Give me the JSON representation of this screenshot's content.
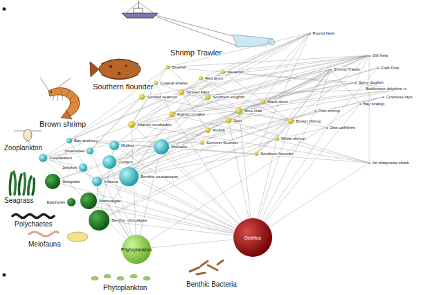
{
  "diagram": {
    "nodes": [
      {
        "text": [
          "Pound Nets"
        ]
      },
      {
        "text": [
          "Gill Nets"
        ]
      },
      {
        "text": [
          "Shrimp Trawls"
        ]
      },
      {
        "text": [
          "Crab Pots"
        ]
      },
      {
        "text": [
          "Spiny dogfish"
        ]
      },
      {
        "text": [
          "Bottlenose dolphins"
        ]
      },
      {
        "text": [
          "Cownose rays"
        ]
      },
      {
        "text": [
          "Bay scallop"
        ]
      },
      {
        "text": [
          "Pink shrimp"
        ]
      },
      {
        "text": [
          "Sea catfishes"
        ]
      },
      {
        "text": [
          "Atl sharpnose shark"
        ]
      },
      {
        "text": [
          "Bluefish"
        ]
      },
      {
        "text": [
          "Coastal sharks"
        ]
      },
      {
        "text": [
          "Red drum"
        ]
      },
      {
        "text": [
          "Weakfish"
        ]
      },
      {
        "text": [
          "Striped bass"
        ]
      },
      {
        "text": [
          "Spotted seatrout"
        ]
      },
      {
        "text": [
          "Southern kingfish"
        ]
      },
      {
        "text": [
          "Black drum"
        ]
      },
      {
        "text": [
          "Blue crab"
        ]
      },
      {
        "text": [
          "Spot"
        ]
      },
      {
        "text": [
          "Atlantic croaker"
        ]
      },
      {
        "text": [
          "Atlantic menhaden"
        ]
      },
      {
        "text": [
          "Pinfish"
        ]
      },
      {
        "text": [
          "Brown shrimp"
        ]
      },
      {
        "text": [
          "White shrimp"
        ]
      },
      {
        "text": [
          "Southern flounder"
        ]
      },
      {
        "text": [
          "Summer flounder"
        ]
      },
      {
        "text": [
          "Zooplankton"
        ]
      },
      {
        "text": [
          "Bay anchovy"
        ]
      },
      {
        "text": [
          "Silversides"
        ]
      },
      {
        "text": [
          "Jellyfish"
        ]
      },
      {
        "text": [
          "Mullets"
        ]
      },
      {
        "text": [
          "Oysters"
        ]
      },
      {
        "text": [
          "Benthic crustaceans"
        ]
      },
      {
        "text": [
          "Mollusks"
        ]
      },
      {
        "text": [
          "Infauna"
        ]
      },
      {
        "text": [
          "Seagrass"
        ]
      },
      {
        "text": [
          "Epiphytes"
        ]
      },
      {
        "text": [
          "Macroalgae"
        ]
      },
      {
        "text": [
          "Benthic microalgae"
        ]
      },
      {
        "text": [
          "Phytoplankton"
        ]
      },
      {
        "text": [
          "Detritus"
        ]
      }
    ],
    "edges": [
      {
        "from": 0,
        "to": 11,
        "arrow": "none"
      },
      {
        "from": 0,
        "to": 13,
        "arrow": "none"
      },
      {
        "from": 0,
        "to": 14,
        "arrow": "none"
      },
      {
        "from": 0,
        "to": 15,
        "arrow": "none"
      },
      {
        "from": 0,
        "to": 18,
        "arrow": "none"
      },
      {
        "from": 0,
        "to": 20,
        "arrow": "none"
      },
      {
        "from": 0,
        "to": 21,
        "arrow": "none"
      },
      {
        "from": 0,
        "to": 22,
        "arrow": "none"
      },
      {
        "from": 0,
        "to": 26,
        "arrow": "none"
      },
      {
        "from": 1,
        "to": 11,
        "arrow": "none"
      },
      {
        "from": 1,
        "to": 13,
        "arrow": "none"
      },
      {
        "from": 1,
        "to": 14,
        "arrow": "none"
      },
      {
        "from": 1,
        "to": 15,
        "arrow": "none"
      },
      {
        "from": 1,
        "to": 16,
        "arrow": "none"
      },
      {
        "from": 1,
        "to": 17,
        "arrow": "none"
      },
      {
        "from": 1,
        "to": 18,
        "arrow": "none"
      },
      {
        "from": 1,
        "to": 19,
        "arrow": "none"
      },
      {
        "from": 1,
        "to": 21,
        "arrow": "none"
      },
      {
        "from": 1,
        "to": 22,
        "arrow": "none"
      },
      {
        "from": 1,
        "to": 23,
        "arrow": "none"
      },
      {
        "from": 1,
        "to": 26,
        "arrow": "none"
      },
      {
        "from": 1,
        "to": 10,
        "arrow": "none"
      },
      {
        "from": 1,
        "to": 4,
        "arrow": "none"
      },
      {
        "from": 2,
        "to": 8,
        "arrow": "none"
      },
      {
        "from": 2,
        "to": 24,
        "arrow": "none"
      },
      {
        "from": 2,
        "to": 25,
        "arrow": "none"
      },
      {
        "from": 2,
        "to": 20,
        "arrow": "none"
      },
      {
        "from": 2,
        "to": 21,
        "arrow": "none"
      },
      {
        "from": 2,
        "to": 23,
        "arrow": "none"
      },
      {
        "from": 2,
        "to": 26,
        "arrow": "none"
      },
      {
        "from": 2,
        "to": 27,
        "arrow": "none"
      },
      {
        "from": 2,
        "to": 17,
        "arrow": "none"
      },
      {
        "from": 2,
        "to": 7,
        "arrow": "none"
      },
      {
        "from": 3,
        "to": 19,
        "arrow": "none"
      },
      {
        "from": 3,
        "to": 9,
        "arrow": "none"
      },
      {
        "from": 3,
        "to": 18,
        "arrow": "none"
      },
      {
        "from": 4,
        "to": 14,
        "arrow": "none"
      },
      {
        "from": 4,
        "to": 20,
        "arrow": "none"
      },
      {
        "from": 4,
        "to": 21,
        "arrow": "none"
      },
      {
        "from": 4,
        "to": 22,
        "arrow": "none"
      },
      {
        "from": 5,
        "to": 11,
        "arrow": "none"
      },
      {
        "from": 5,
        "to": 20,
        "arrow": "none"
      },
      {
        "from": 5,
        "to": 21,
        "arrow": "none"
      },
      {
        "from": 5,
        "to": 22,
        "arrow": "none"
      },
      {
        "from": 5,
        "to": 16,
        "arrow": "none"
      },
      {
        "from": 6,
        "to": 7,
        "arrow": "none"
      },
      {
        "from": 6,
        "to": 33,
        "arrow": "none"
      },
      {
        "from": 6,
        "to": 35,
        "arrow": "none"
      },
      {
        "from": 7,
        "to": 41,
        "arrow": "none"
      },
      {
        "from": 7,
        "to": 42,
        "arrow": "none"
      },
      {
        "from": 8,
        "to": 42,
        "arrow": "none"
      },
      {
        "from": 8,
        "to": 34,
        "arrow": "none"
      },
      {
        "from": 9,
        "to": 34,
        "arrow": "none"
      },
      {
        "from": 9,
        "to": 19,
        "arrow": "none"
      },
      {
        "from": 9,
        "to": 42,
        "arrow": "none"
      },
      {
        "from": 10,
        "to": 20,
        "arrow": "none"
      },
      {
        "from": 10,
        "to": 21,
        "arrow": "none"
      },
      {
        "from": 10,
        "to": 22,
        "arrow": "none"
      },
      {
        "from": 10,
        "to": 29,
        "arrow": "none"
      },
      {
        "from": 10,
        "to": 42,
        "arrow": "none"
      },
      {
        "from": 11,
        "to": 22,
        "arrow": "none"
      },
      {
        "from": 11,
        "to": 29,
        "arrow": "none"
      },
      {
        "from": 11,
        "to": 30,
        "arrow": "none"
      },
      {
        "from": 11,
        "to": 20,
        "arrow": "none"
      },
      {
        "from": 12,
        "to": 22,
        "arrow": "none"
      },
      {
        "from": 12,
        "to": 21,
        "arrow": "none"
      },
      {
        "from": 12,
        "to": 19,
        "arrow": "none"
      },
      {
        "from": 13,
        "to": 19,
        "arrow": "none"
      },
      {
        "from": 13,
        "to": 24,
        "arrow": "none"
      },
      {
        "from": 13,
        "to": 34,
        "arrow": "none"
      },
      {
        "from": 13,
        "to": 32,
        "arrow": "none"
      },
      {
        "from": 14,
        "to": 29,
        "arrow": "none"
      },
      {
        "from": 14,
        "to": 24,
        "arrow": "none"
      },
      {
        "from": 14,
        "to": 21,
        "arrow": "none"
      },
      {
        "from": 15,
        "to": 22,
        "arrow": "none"
      },
      {
        "from": 15,
        "to": 29,
        "arrow": "none"
      },
      {
        "from": 15,
        "to": 23,
        "arrow": "none"
      },
      {
        "from": 16,
        "to": 29,
        "arrow": "none"
      },
      {
        "from": 16,
        "to": 30,
        "arrow": "none"
      },
      {
        "from": 16,
        "to": 24,
        "arrow": "none"
      },
      {
        "from": 17,
        "to": 34,
        "arrow": "none"
      },
      {
        "from": 17,
        "to": 36,
        "arrow": "none"
      },
      {
        "from": 18,
        "to": 35,
        "arrow": "none"
      },
      {
        "from": 18,
        "to": 33,
        "arrow": "none"
      },
      {
        "from": 18,
        "to": 19,
        "arrow": "none"
      },
      {
        "from": 19,
        "to": 35,
        "arrow": "none"
      },
      {
        "from": 19,
        "to": 34,
        "arrow": "none"
      },
      {
        "from": 19,
        "to": 42,
        "arrow": "none"
      },
      {
        "from": 19,
        "to": 37,
        "arrow": "none"
      },
      {
        "from": 20,
        "to": 36,
        "arrow": "none"
      },
      {
        "from": 20,
        "to": 28,
        "arrow": "none"
      },
      {
        "from": 20,
        "to": 42,
        "arrow": "none"
      },
      {
        "from": 21,
        "to": 36,
        "arrow": "none"
      },
      {
        "from": 21,
        "to": 34,
        "arrow": "none"
      },
      {
        "from": 21,
        "to": 42,
        "arrow": "none"
      },
      {
        "from": 22,
        "to": 41,
        "arrow": "none"
      },
      {
        "from": 22,
        "to": 28,
        "arrow": "none"
      },
      {
        "from": 22,
        "to": 42,
        "arrow": "none"
      },
      {
        "from": 23,
        "to": 37,
        "arrow": "none"
      },
      {
        "from": 23,
        "to": 36,
        "arrow": "none"
      },
      {
        "from": 23,
        "to": 34,
        "arrow": "none"
      },
      {
        "from": 24,
        "to": 42,
        "arrow": "none"
      },
      {
        "from": 24,
        "to": 40,
        "arrow": "none"
      },
      {
        "from": 24,
        "to": 36,
        "arrow": "none"
      },
      {
        "from": 25,
        "to": 42,
        "arrow": "none"
      },
      {
        "from": 25,
        "to": 40,
        "arrow": "none"
      },
      {
        "from": 26,
        "to": 29,
        "arrow": "none"
      },
      {
        "from": 26,
        "to": 24,
        "arrow": "none"
      },
      {
        "from": 26,
        "to": 34,
        "arrow": "none"
      },
      {
        "from": 27,
        "to": 29,
        "arrow": "none"
      },
      {
        "from": 27,
        "to": 36,
        "arrow": "none"
      },
      {
        "from": 28,
        "to": 41,
        "arrow": "none"
      },
      {
        "from": 28,
        "to": 42,
        "arrow": "none"
      },
      {
        "from": 29,
        "to": 28,
        "arrow": "none"
      },
      {
        "from": 29,
        "to": 41,
        "arrow": "none"
      },
      {
        "from": 30,
        "to": 28,
        "arrow": "none"
      },
      {
        "from": 30,
        "to": 41,
        "arrow": "none"
      },
      {
        "from": 31,
        "to": 28,
        "arrow": "none"
      },
      {
        "from": 31,
        "to": 41,
        "arrow": "none"
      },
      {
        "from": 32,
        "to": 42,
        "arrow": "none"
      },
      {
        "from": 32,
        "to": 40,
        "arrow": "none"
      },
      {
        "from": 33,
        "to": 41,
        "arrow": "none"
      },
      {
        "from": 33,
        "to": 42,
        "arrow": "none"
      },
      {
        "from": 34,
        "to": 42,
        "arrow": "none"
      },
      {
        "from": 34,
        "to": 36,
        "arrow": "none"
      },
      {
        "from": 34,
        "to": 40,
        "arrow": "none"
      },
      {
        "from": 35,
        "to": 41,
        "arrow": "none"
      },
      {
        "from": 35,
        "to": 42,
        "arrow": "none"
      },
      {
        "from": 36,
        "to": 42,
        "arrow": "none"
      },
      {
        "from": 36,
        "to": 40,
        "arrow": "none"
      },
      {
        "from": 37,
        "to": 42,
        "arrow": "none"
      },
      {
        "from": 38,
        "to": 42,
        "arrow": "none"
      },
      {
        "from": 39,
        "to": 42,
        "arrow": "none"
      },
      {
        "from": 40,
        "to": 42,
        "arrow": "none"
      },
      {
        "from": 41,
        "to": 42,
        "arrow": "none"
      }
    ],
    "labels": [
      "Shrimp Trawler",
      "Southern flounder",
      "Brown shrimp",
      "Zooplankton",
      "Seagrass",
      "Polychaetes",
      "Meiofauna",
      "Phytoplankton",
      "Benthic Bacteria"
    ]
  }
}
